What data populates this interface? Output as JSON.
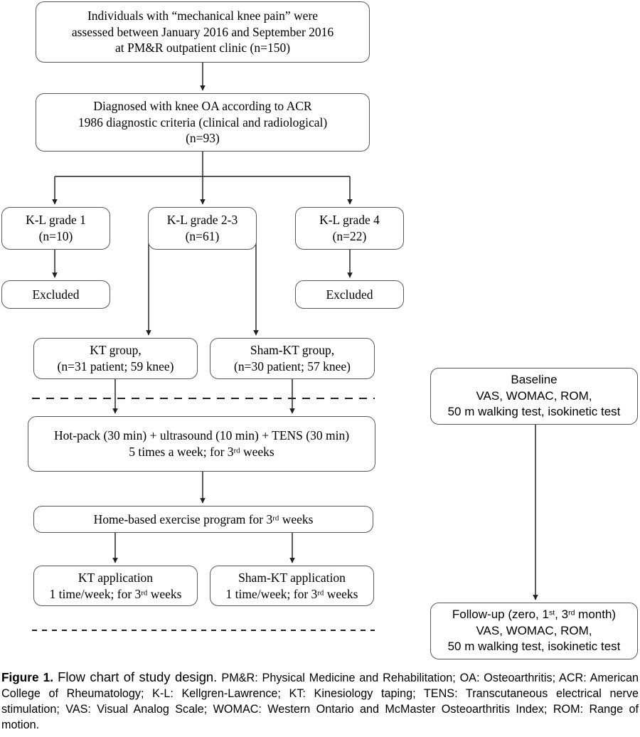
{
  "figure": {
    "label": "Figure 1.",
    "title": "Flow chart of study design.",
    "abbreviations": "PM&R: Physical Medicine and Rehabilitation; OA: Osteoarthritis; ACR: American College of Rheumatology; K-L: Kellgren-Lawrence; KT: Kinesiology taping; TENS: Transcutaneous electrical nerve stimulation; VAS: Visual Analog Scale; WOMAC: Western Ontario and McMaster Osteoarthritis Index; ROM: Range of motion."
  },
  "chart_data": {
    "type": "diagram",
    "title": "Flow chart of study design",
    "diagram_kind": "study-flow-chart",
    "nodes": [
      {
        "id": "screening",
        "lines": [
          "Individuals with “mechanical knee pain” were",
          "assessed between January 2016 and September 2016",
          "at PM&R outpatient clinic (n=150)"
        ],
        "n": 150
      },
      {
        "id": "diagnosis",
        "lines": [
          "Diagnosed with knee OA according to ACR",
          "1986 diagnostic criteria (clinical and radiological)",
          "(n=93)"
        ],
        "n": 93
      },
      {
        "id": "kl1",
        "lines": [
          "K-L grade 1",
          "(n=10)"
        ],
        "n": 10
      },
      {
        "id": "kl23",
        "lines": [
          "K-L grade 2-3",
          "(n=61)"
        ],
        "n": 61
      },
      {
        "id": "kl4",
        "lines": [
          "K-L grade 4",
          "(n=22)"
        ],
        "n": 22
      },
      {
        "id": "excluded_kl1",
        "lines": [
          "Excluded"
        ]
      },
      {
        "id": "excluded_kl4",
        "lines": [
          "Excluded"
        ]
      },
      {
        "id": "kt_group",
        "lines": [
          "KT group,",
          "(n=31 patient; 59 knee)"
        ],
        "patients": 31,
        "knees": 59
      },
      {
        "id": "sham_kt_group",
        "lines": [
          "Sham-KT group,",
          "(n=30 patient; 57 knee)"
        ],
        "patients": 30,
        "knees": 57
      },
      {
        "id": "modalities",
        "lines": [
          "Hot-pack (30 min) + ultrasound (10 min) + TENS (30 min)",
          "5 times a week; for 3rd weeks"
        ]
      },
      {
        "id": "home_exercise",
        "lines": [
          "Home-based exercise program for 3rd weeks"
        ]
      },
      {
        "id": "kt_application",
        "lines": [
          "KT application",
          "1 time/week; for 3rd weeks"
        ]
      },
      {
        "id": "sham_kt_application",
        "lines": [
          "Sham-KT application",
          "1 time/week; for 3rd weeks"
        ]
      },
      {
        "id": "baseline",
        "lines": [
          "Baseline",
          "VAS, WOMAC, ROM,",
          "50 m walking test, isokinetic test"
        ]
      },
      {
        "id": "followup",
        "lines": [
          "Follow-up (zero, 1st, 3rd month)",
          "VAS, WOMAC, ROM,",
          "50 m walking test, isokinetic test"
        ]
      }
    ],
    "edges": [
      {
        "from": "screening",
        "to": "diagnosis"
      },
      {
        "from": "diagnosis",
        "to": "kl1"
      },
      {
        "from": "diagnosis",
        "to": "kl23"
      },
      {
        "from": "diagnosis",
        "to": "kl4"
      },
      {
        "from": "kl1",
        "to": "excluded_kl1"
      },
      {
        "from": "kl4",
        "to": "excluded_kl4"
      },
      {
        "from": "kl23",
        "to": "kt_group"
      },
      {
        "from": "kl23",
        "to": "sham_kt_group"
      },
      {
        "from": "kt_group",
        "to": "modalities"
      },
      {
        "from": "sham_kt_group",
        "to": "modalities"
      },
      {
        "from": "modalities",
        "to": "home_exercise"
      },
      {
        "from": "home_exercise",
        "to": "kt_application"
      },
      {
        "from": "home_exercise",
        "to": "sham_kt_application"
      },
      {
        "from": "baseline",
        "to": "followup"
      }
    ]
  },
  "nodes": {
    "screening": {
      "line1": "Individuals with “mechanical knee pain” were",
      "line2": "assessed between January 2016 and September 2016",
      "line3": "at PM&R outpatient clinic (n=150)"
    },
    "diagnosis": {
      "line1": "Diagnosed with knee OA according to ACR",
      "line2": "1986 diagnostic criteria (clinical and radiological)",
      "line3": "(n=93)"
    },
    "kl1": {
      "line1": "K-L grade 1",
      "line2": "(n=10)"
    },
    "kl23": {
      "line1": "K-L grade 2-3",
      "line2": "(n=61)"
    },
    "kl4": {
      "line1": "K-L grade 4",
      "line2": "(n=22)"
    },
    "excluded_left": {
      "line1": "Excluded"
    },
    "excluded_right": {
      "line1": "Excluded"
    },
    "kt_group": {
      "line1": "KT group,",
      "line2": "(n=31 patient; 59 knee)"
    },
    "sham_kt_group": {
      "line1": "Sham-KT group,",
      "line2": "(n=30 patient; 57 knee)"
    },
    "modalities": {
      "line1": "Hot-pack (30 min) + ultrasound (10 min) + TENS (30 min)",
      "line2_pre": "5 times a week; for 3",
      "line2_sup": "rd",
      "line2_post": " weeks"
    },
    "home_exercise": {
      "pre": "Home-based exercise program for 3",
      "sup": "rd",
      "post": " weeks"
    },
    "kt_application": {
      "line1": "KT application",
      "line2_pre": "1 time/week; for 3",
      "line2_sup": "rd",
      "line2_post": " weeks"
    },
    "sham_kt_application": {
      "line1": "Sham-KT application",
      "line2_pre": "1 time/week; for 3",
      "line2_sup": "rd",
      "line2_post": " weeks"
    },
    "baseline": {
      "line1": "Baseline",
      "line2": "VAS, WOMAC, ROM,",
      "line3": "50 m walking test, isokinetic test"
    },
    "followup": {
      "line1_pre": "Follow-up (zero, 1",
      "line1_sup1": "st",
      "line1_mid": ", 3",
      "line1_sup2": "rd",
      "line1_post": " month)",
      "line2": "VAS, WOMAC, ROM,",
      "line3": "50 m walking test, isokinetic test"
    }
  },
  "colors": {
    "box_border": "#58595b",
    "connector": "#231f20",
    "text": "#000000",
    "background": "#ffffff"
  }
}
